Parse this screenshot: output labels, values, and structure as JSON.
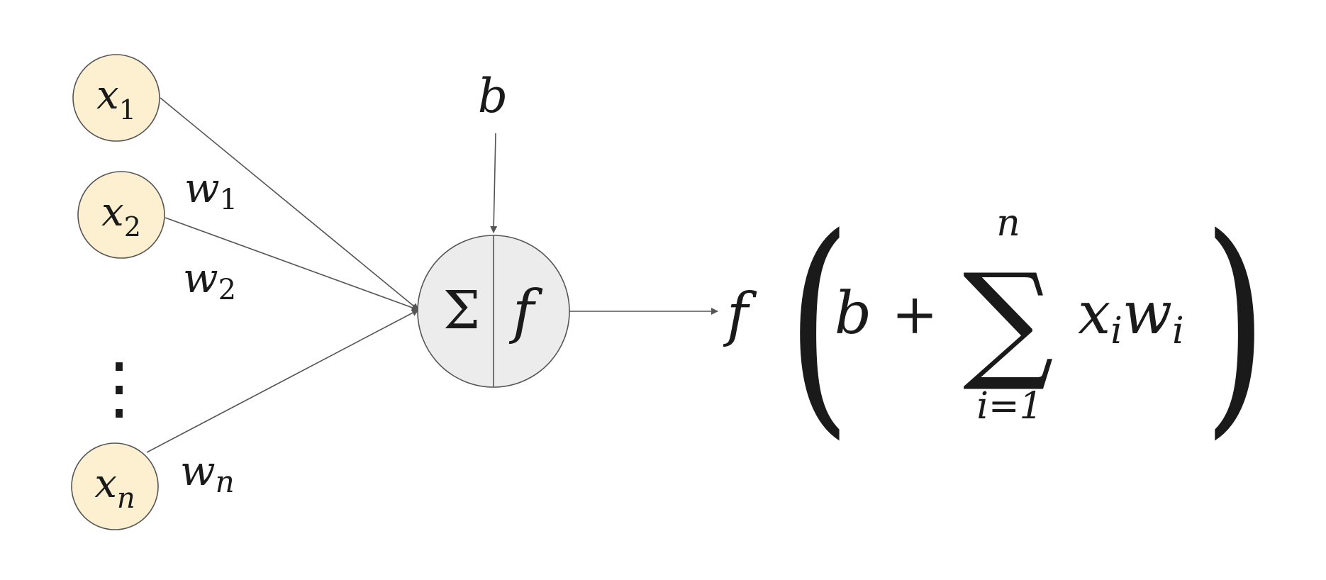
{
  "inputs": [
    {
      "base": "x",
      "sub": "1"
    },
    {
      "base": "x",
      "sub": "2"
    },
    {
      "base": "x",
      "sub": "n"
    }
  ],
  "weights": [
    {
      "base": "w",
      "sub": "1"
    },
    {
      "base": "w",
      "sub": "2"
    },
    {
      "base": "w",
      "sub": "n"
    }
  ],
  "ellipsis": "⋮",
  "bias": "b",
  "neuron": {
    "sum_symbol": "Σ",
    "activation": "f"
  },
  "output": {
    "func": "f",
    "open_paren": "(",
    "close_paren": ")",
    "bias": "b",
    "plus": "+",
    "big_sum": "∑",
    "sum_upper": "n",
    "sum_lower": "i=1",
    "term_x": "x",
    "term_x_sub": "i",
    "term_w": "w",
    "term_w_sub": "i"
  },
  "colors": {
    "input_fill": "#fdf0d0",
    "neuron_fill": "#ececec",
    "stroke": "#555555"
  }
}
